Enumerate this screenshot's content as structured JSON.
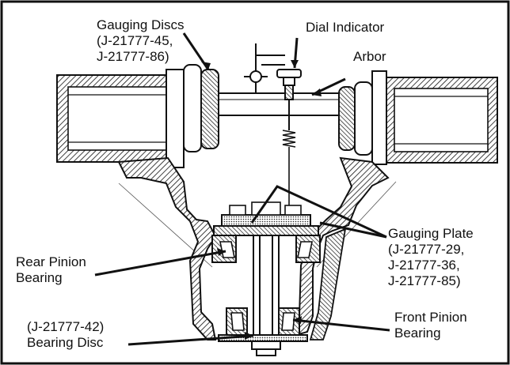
{
  "labels": {
    "gauging_discs": [
      "Gauging Discs",
      "(J-21777-45,",
      "J-21777-86)"
    ],
    "dial_indicator": [
      "Dial Indicator"
    ],
    "arbor": [
      "Arbor"
    ],
    "gauging_plate": [
      "Gauging Plate",
      "(J-21777-29,",
      "J-21777-36,",
      "J-21777-85)"
    ],
    "rear_pinion_bearing": [
      "Rear Pinion",
      "Bearing"
    ],
    "front_pinion_bearing": [
      "Front Pinion",
      "Bearing"
    ],
    "bearing_disc": [
      "(J-21777-42)",
      "Bearing Disc"
    ]
  }
}
